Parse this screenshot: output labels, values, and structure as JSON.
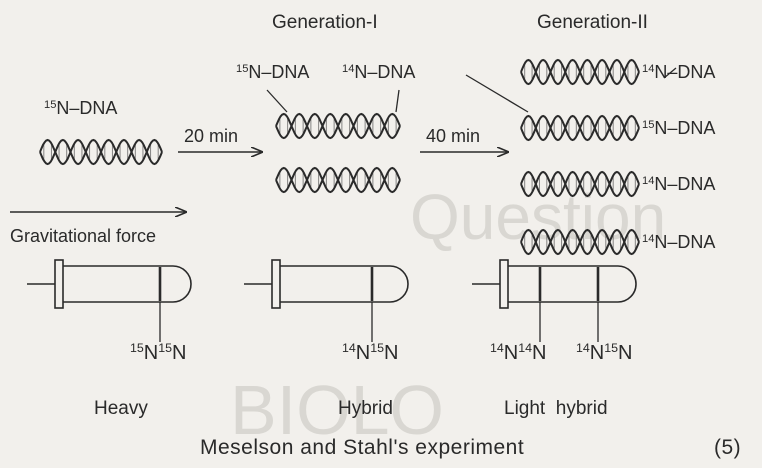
{
  "generations": {
    "gen1": "Generation-I",
    "gen2": "Generation-II"
  },
  "parent_label": {
    "mass": "15",
    "suffix": "N–DNA"
  },
  "gen1_labels": {
    "left": {
      "mass": "15",
      "suffix": "N–DNA"
    },
    "right": {
      "mass": "14",
      "suffix": "N–DNA"
    }
  },
  "gen2_labels": [
    {
      "mass": "14",
      "suffix": "N–DNA"
    },
    {
      "mass": "15",
      "suffix": "N–DNA"
    },
    {
      "mass": "14",
      "suffix": "N–DNA"
    },
    {
      "mass": "14",
      "suffix": "N–DNA"
    }
  ],
  "arrows": {
    "first": "20 min",
    "second": "40 min"
  },
  "force_label": "Gravitational force",
  "tubes": [
    {
      "bands": [
        {
          "m1": "15",
          "m2": "15"
        }
      ],
      "caption": "Heavy"
    },
    {
      "bands": [
        {
          "m1": "14",
          "m2": "15"
        }
      ],
      "caption": "Hybrid"
    },
    {
      "bands": [
        {
          "m1": "14",
          "m2": "14"
        },
        {
          "m1": "14",
          "m2": "15"
        }
      ],
      "caption": "Light  hybrid"
    }
  ],
  "caption": "Meselson and Stahl's experiment",
  "figure_number": "(5)",
  "colors": {
    "ink": "#2a2a2a",
    "background": "#f2f0ec",
    "watermark": "#d9d7d2"
  }
}
